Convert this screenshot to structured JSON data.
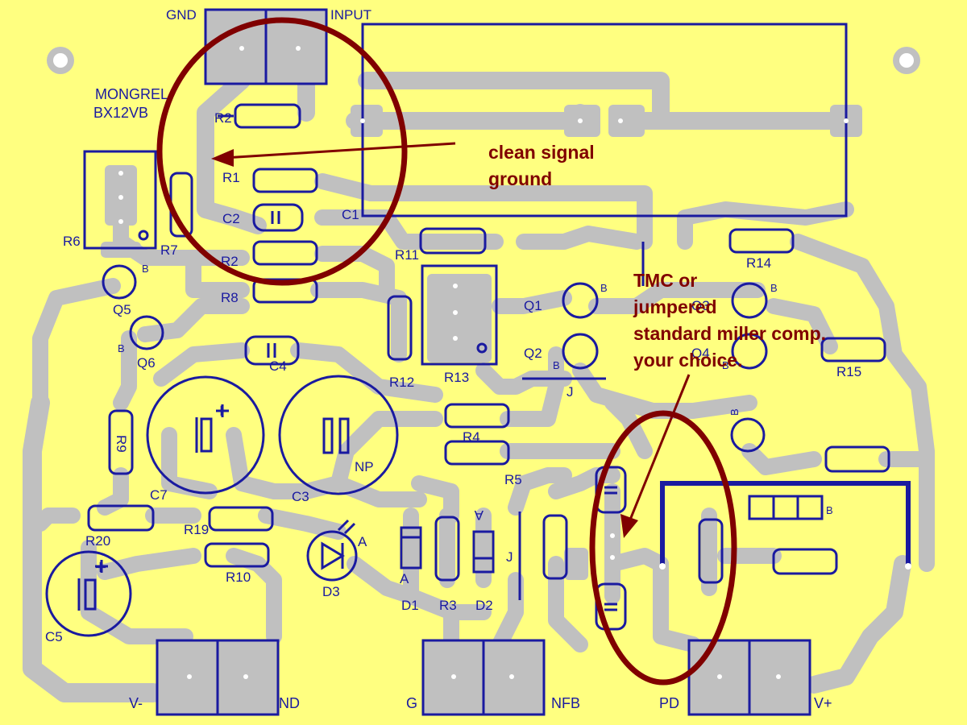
{
  "board": {
    "title_line1": "MONGREL",
    "title_line2": "BX12VB",
    "colors": {
      "background": "#FFFF80",
      "trace": "#C0C0C0",
      "silkscreen": "#1A1AA0",
      "annotation": "#800000"
    }
  },
  "connectors": {
    "top_left": "GND",
    "top_right": "INPUT",
    "bottom_vminus": "V-",
    "bottom_gnd": "ND",
    "bottom_g": "G",
    "bottom_nfb": "NFB",
    "bottom_pd": "PD",
    "bottom_vplus": "V+"
  },
  "components": {
    "R1": "R1",
    "R2a": "R2",
    "R2b": "R2",
    "R3": "R3",
    "R4": "R4",
    "R5": "R5",
    "R6": "R6",
    "R7": "R7",
    "R8": "R8",
    "R9": "R9",
    "R10": "R10",
    "R11": "R11",
    "R12": "R12",
    "R13": "R13",
    "R14": "R14",
    "R15": "R15",
    "R19": "R19",
    "R20": "R20",
    "C1": "C1",
    "C2": "C2",
    "C3": "C3",
    "C4": "C4",
    "C5": "C5",
    "C7": "C7",
    "Q1": "Q1",
    "Q2": "Q2",
    "Q3": "Q3",
    "Q4": "Q4",
    "Q5": "Q5",
    "Q6": "Q6",
    "D1": "D1",
    "D2": "D2",
    "D3": "D3",
    "NP": "NP",
    "J": "J",
    "B": "B",
    "A": "A",
    "plus": "+"
  },
  "annotations": {
    "clean_ground_line1": "clean signal",
    "clean_ground_line2": "ground",
    "tmc_line1": "TMC or",
    "tmc_line2": "jumpered",
    "tmc_line3": "standard miller comp.",
    "tmc_line4": "your choice."
  }
}
